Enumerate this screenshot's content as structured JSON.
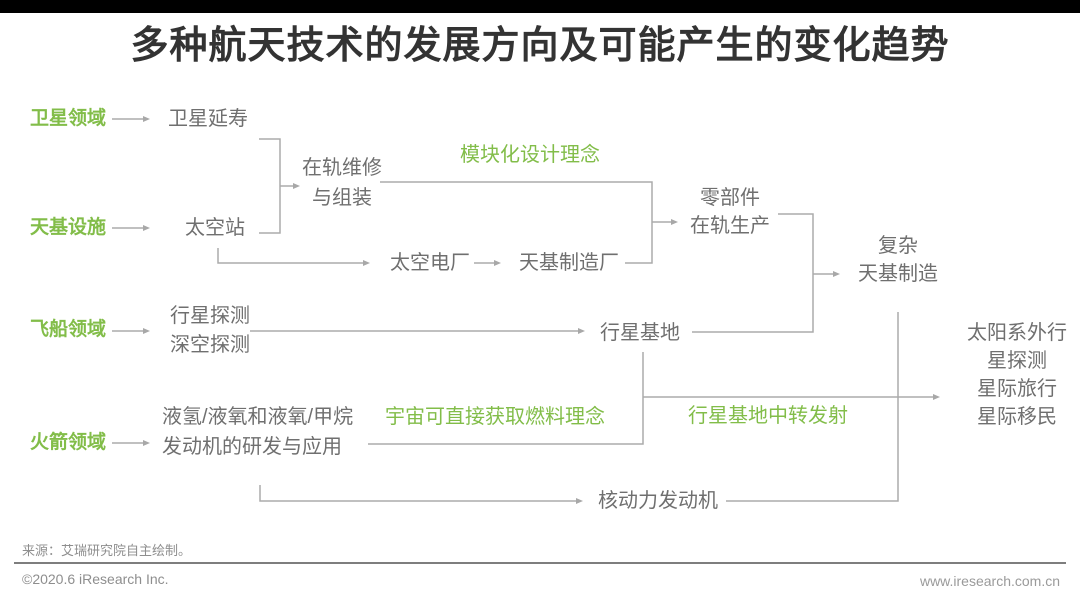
{
  "title": "多种航天技术的发展方向及可能产生的变化趋势",
  "legend_rows": [
    {
      "label": "卫星领域"
    },
    {
      "label": "天基设施"
    },
    {
      "label": "飞船领域"
    },
    {
      "label": "火箭领域"
    }
  ],
  "nodes": {
    "satellite_life": "卫星延寿",
    "space_station": "太空站",
    "orbit_repair": "在轨维修\n与组装",
    "space_power_plant": "太空电厂",
    "space_factory": "天基制造厂",
    "parts_production": "零部件\n在轨生产",
    "complex_manufacturing": "复杂\n天基制造",
    "planet_probe": "行星探测\n深空探测",
    "planet_base": "行星基地",
    "rocket_engines": "液氢/液氧和液氧/甲烷\n发动机的研发与应用",
    "nuclear_engine": "核动力发动机",
    "outputs": "太阳系外行\n星探测\n星际旅行\n星际移民"
  },
  "annotations": {
    "modular_design": "模块化设计理念",
    "fuel_concept": "宇宙可直接获取燃料理念",
    "transfer_launch": "行星基地中转发射"
  },
  "edges": [
    {
      "from": "卫星领域",
      "to": "卫星延寿",
      "label": ""
    },
    {
      "from": "天基设施",
      "to": "太空站",
      "label": ""
    },
    {
      "from": "飞船领域",
      "to": "行星探测/深空探测",
      "label": ""
    },
    {
      "from": "火箭领域",
      "to": "液氢/液氧和液氧/甲烷发动机的研发与应用",
      "label": ""
    },
    {
      "from": "卫星延寿+太空站",
      "to": "在轨维修与组装",
      "label": ""
    },
    {
      "from": "太空站",
      "to": "太空电厂",
      "label": ""
    },
    {
      "from": "太空电厂",
      "to": "天基制造厂",
      "label": ""
    },
    {
      "from": "在轨维修与组装+天基制造厂",
      "to": "零部件在轨生产",
      "label": "模块化设计理念"
    },
    {
      "from": "零部件在轨生产+行星基地",
      "to": "复杂天基制造",
      "label": ""
    },
    {
      "from": "行星探测/深空探测",
      "to": "行星基地",
      "label": ""
    },
    {
      "from": "液氢/液氧和液氧/甲烷发动机的研发与应用",
      "to": "行星基地",
      "label": "宇宙可直接获取燃料理念"
    },
    {
      "from": "液氢/液氧和液氧/甲烷发动机的研发与应用",
      "to": "核动力发动机",
      "label": ""
    },
    {
      "from": "行星基地+复杂天基制造+核动力发动机",
      "to": "太阳系外行星探测/星际旅行/星际移民",
      "label": "行星基地中转发射"
    }
  ],
  "footer": {
    "source": "来源：艾瑞研究院自主绘制。",
    "copyright": "©2020.6 iResearch Inc.",
    "website": "www.iresearch.com.cn"
  },
  "colors": {
    "brand_green": "#82bd49",
    "node_text_gray": "#6f6f6f",
    "connector_gray": "#ababab",
    "title_color": "#333333",
    "topbar_black": "#000000"
  }
}
